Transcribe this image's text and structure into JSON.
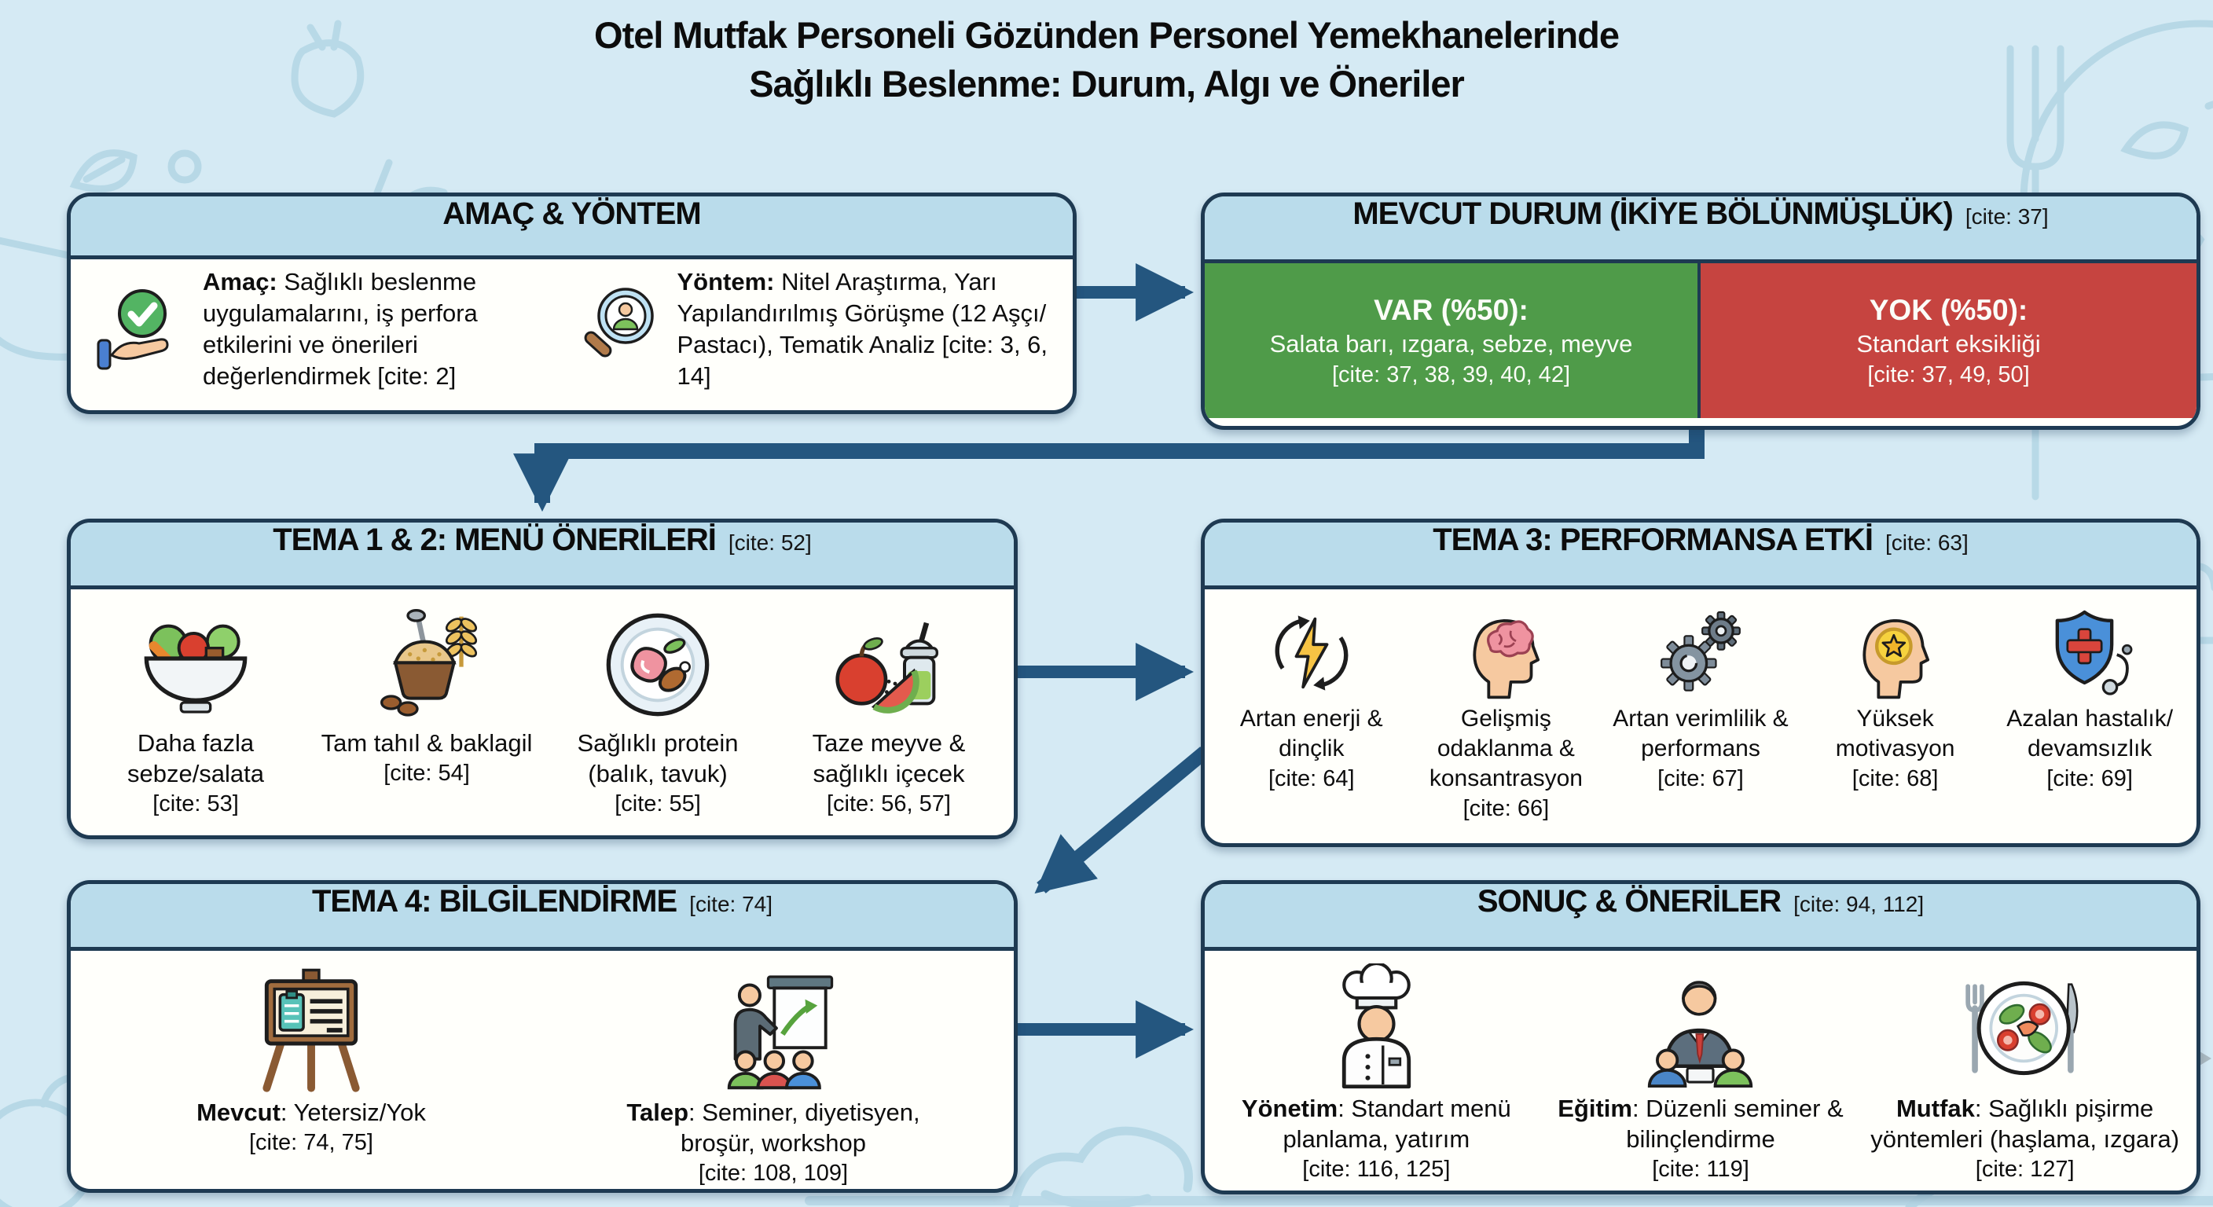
{
  "title": {
    "line1": "Otel Mutfak Personeli Gözünden Personel Yemekhanelerinde",
    "line2": "Sağlıklı Beslenme: Durum, Algı ve Öneriler"
  },
  "amac_yontem": {
    "header": "AMAÇ & YÖNTEM",
    "amac_label": "Amaç:",
    "amac_text": " Sağlıklı beslenme uygulamalarını, iş perfora etkilerini ve önerileri değerlendirmek [cite: 2]",
    "amac_icon": "check-hand-icon",
    "yontem_label": "Yöntem:",
    "yontem_text": " Nitel Araştırma, Yarı Yapılandırılmış Görüşme (12 Aşçı/ Pastacı), Tematik Analiz [cite: 3, 6, 14]",
    "yontem_icon": "magnifier-person-icon"
  },
  "mevcut_durum": {
    "header": "MEVCUT DURUM (İKİYE BÖLÜNMÜŞLÜK)",
    "header_cite": "[cite: 37]",
    "var": {
      "title": "VAR (%50):",
      "text": "Salata barı, ızgara, sebze, meyve",
      "cite": "[cite: 37, 38, 39, 40, 42]",
      "color": "#4f9b49"
    },
    "yok": {
      "title": "YOK (%50):",
      "text": "Standart eksikliği",
      "cite": "[cite: 37, 49, 50]",
      "color": "#c64440"
    }
  },
  "tema12": {
    "header": "TEMA 1 & 2: MENÜ ÖNERİLERİ",
    "header_cite": "[cite: 52]",
    "items": [
      {
        "icon": "salad-bowl-icon",
        "label": "Daha fazla sebze/salata",
        "cite": "[cite: 53]"
      },
      {
        "icon": "whole-grain-icon",
        "label": "Tam tahıl & baklagil",
        "cite": "[cite: 54]"
      },
      {
        "icon": "protein-plate-icon",
        "label": "Sağlıklı protein (balık, tavuk)",
        "cite": "[cite: 55]"
      },
      {
        "icon": "fruit-drink-icon",
        "label": "Taze meyve & sağlıklı içecek",
        "cite": "[cite: 56, 57]"
      }
    ]
  },
  "tema3": {
    "header": "TEMA 3: PERFORMANSA ETKİ",
    "header_cite": "[cite: 63]",
    "items": [
      {
        "icon": "energy-icon",
        "label": "Artan enerji & dinçlik",
        "cite": "[cite: 64]"
      },
      {
        "icon": "brain-focus-icon",
        "label": "Gelişmiş odaklanma & konsantrasyon",
        "cite": "[cite: 66]"
      },
      {
        "icon": "gears-icon",
        "label": "Artan verimlilik & performans",
        "cite": "[cite: 67]"
      },
      {
        "icon": "motivation-icon",
        "label": "Yüksek motivasyon",
        "cite": "[cite: 68]"
      },
      {
        "icon": "health-shield-icon",
        "label": "Azalan hastalık/ devamsızlık",
        "cite": "[cite: 69]"
      }
    ]
  },
  "tema4": {
    "header": "TEMA 4: BİLGİLENDİRME",
    "header_cite": "[cite: 74]",
    "items": [
      {
        "icon": "easel-icon",
        "label_bold": "Mevcut",
        "label": ": Yetersiz/Yok",
        "cite": "[cite: 74, 75]"
      },
      {
        "icon": "presenter-icon",
        "label_bold": "Talep",
        "label": ": Seminer, diyetisyen, broşür, workshop",
        "cite": "[cite: 108, 109]"
      }
    ]
  },
  "sonuc": {
    "header": "SONUÇ & ÖNERİLER",
    "header_cite": "[cite: 94, 112]",
    "items": [
      {
        "icon": "chef-icon",
        "label_bold": "Yönetim",
        "label": ": Standart menü planlama, yatırım",
        "cite": "[cite: 116, 125]"
      },
      {
        "icon": "trainer-icon",
        "label_bold": "Eğitim",
        "label": ": Düzenli seminer & bilinçlendirme",
        "cite": "[cite: 119]"
      },
      {
        "icon": "healthy-plate-icon",
        "label_bold": "Mutfak",
        "label": ": Sağlıklı pişirme yöntemleri (haşlama, ızgara)",
        "cite": "[cite: 127]"
      }
    ]
  },
  "colors": {
    "background": "#d5eaf4",
    "header_blue": "#badceb",
    "border_navy": "#1e3a52",
    "arrow_blue": "#24567f",
    "var_green": "#4f9b49",
    "yok_red": "#c64440",
    "doodle_blue": "#b0d4e3"
  }
}
